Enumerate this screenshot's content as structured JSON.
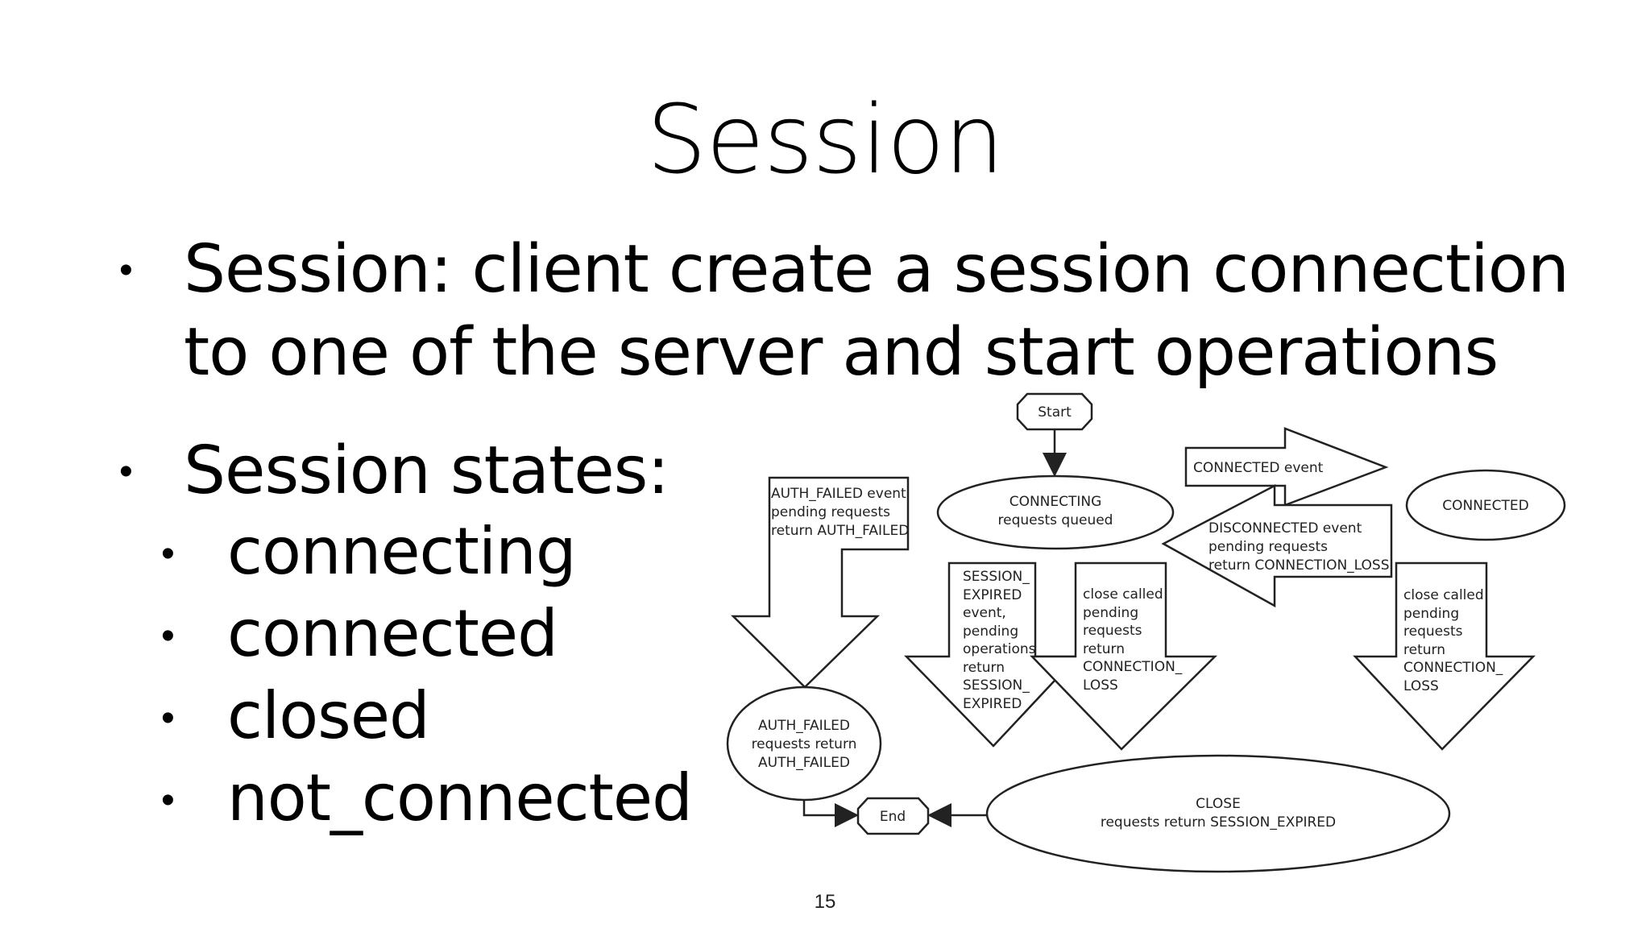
{
  "slide": {
    "title": "Session",
    "bullets": [
      {
        "lines": [
          "Session: client create a session connection",
          "to one of the server and start operations"
        ]
      },
      {
        "lines": [
          "Session states:"
        ]
      }
    ],
    "sub_bullets": [
      "connecting",
      "connected",
      "closed",
      "not_connected"
    ],
    "page_number": "15"
  },
  "diagram": {
    "start": "Start",
    "end": "End",
    "connecting": [
      "CONNECTING",
      "requests queued"
    ],
    "connected": "CONNECTED",
    "auth_failed_state": [
      "AUTH_FAILED",
      "requests return",
      "AUTH_FAILED"
    ],
    "close_state": [
      "CLOSE",
      "requests return SESSION_EXPIRED"
    ],
    "connected_event": "CONNECTED event",
    "disconnected_event": [
      "DISCONNECTED event",
      "pending requests",
      "return CONNECTION_LOSS"
    ],
    "auth_failed_event": [
      "AUTH_FAILED event",
      "pending requests",
      "return AUTH_FAILED"
    ],
    "session_expired_event": [
      "SESSION_",
      "EXPIRED",
      "event,",
      "pending",
      "operations",
      "return",
      "SESSION_",
      "EXPIRED"
    ],
    "close_called_1": [
      "close called",
      "pending",
      "requests",
      "return",
      "CONNECTION_",
      "LOSS"
    ],
    "close_called_2": [
      "close called",
      "pending",
      "requests",
      "return",
      "CONNECTION_",
      "LOSS"
    ]
  }
}
